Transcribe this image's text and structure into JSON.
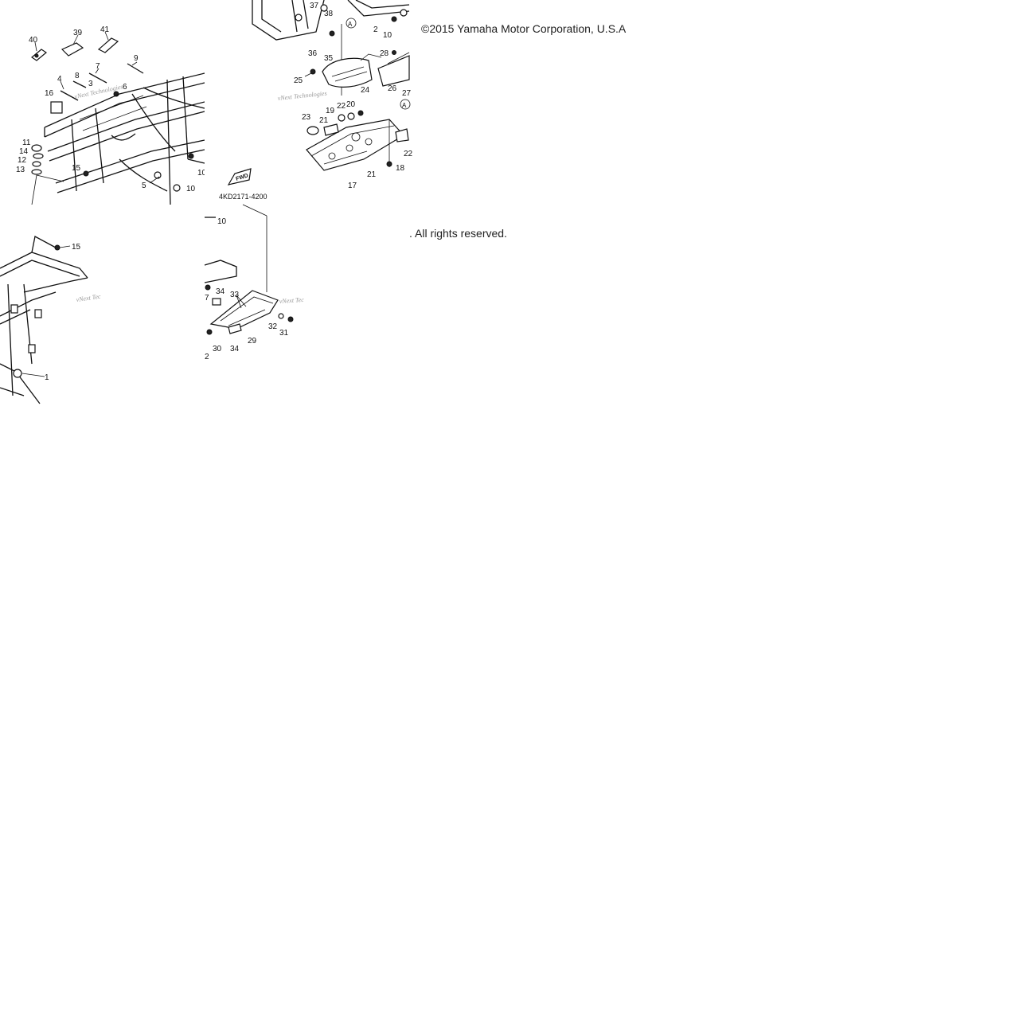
{
  "copyright_line1": "©2015 Yamaha Motor Corporation, U.S.A",
  "copyright_line2": ". All rights reserved.",
  "diagram_code": "4KD2171-4200",
  "fwd_label": "FWD",
  "watermark": "vNext Technologies",
  "watermark_short": "vNext Tec",
  "tile_a_callouts": [
    "40",
    "39",
    "41",
    "7",
    "9",
    "4",
    "8",
    "3",
    "6",
    "16",
    "11",
    "14",
    "12",
    "13",
    "15",
    "5",
    "10",
    "10"
  ],
  "tile_b_callouts": [
    "37",
    "38",
    "2",
    "10",
    "36",
    "35",
    "28",
    "25",
    "24",
    "26",
    "27",
    "19",
    "22",
    "20",
    "21",
    "23",
    "22",
    "18",
    "21",
    "17"
  ],
  "tile_c_callouts": [
    "15",
    "1"
  ],
  "tile_d_callouts": [
    "10",
    "34",
    "33",
    "7",
    "32",
    "31",
    "30",
    "34",
    "29",
    "2"
  ]
}
